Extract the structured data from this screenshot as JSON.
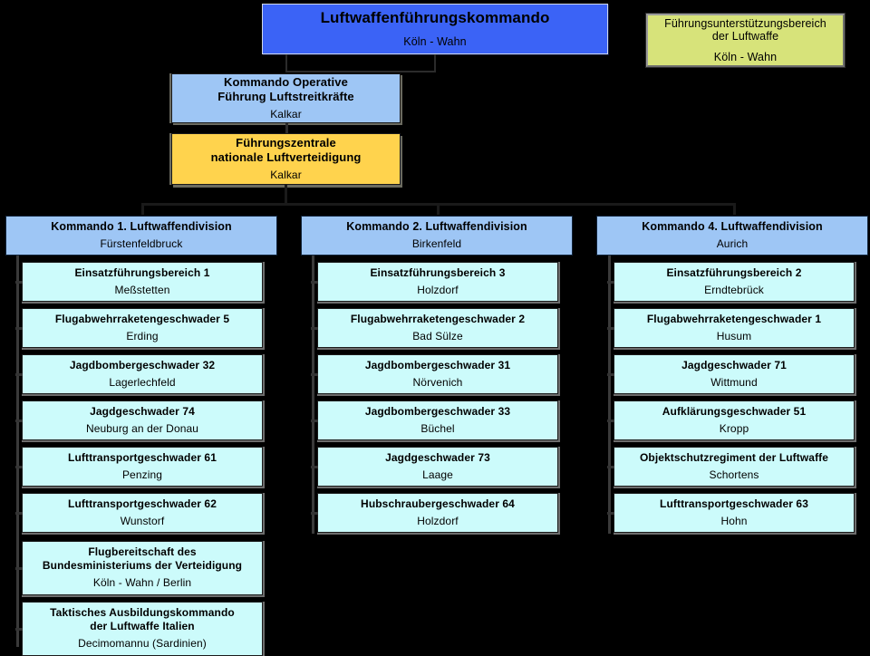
{
  "diagram": {
    "title": "Luftwaffenführungskommando organisational chart",
    "background_color": "#000000",
    "colors": {
      "top_command": "#3b63f6",
      "support_area": "#d7e37a",
      "operational_command": "#9ec6f5",
      "national_air_defence": "#ffd34d",
      "division_header": "#9ec6f5",
      "unit_box": "#ccfbfb"
    }
  },
  "top": {
    "headquarters": {
      "title": "Luftwaffenführungskommando",
      "location": "Köln - Wahn"
    },
    "support": {
      "title_line1": "Führungsunterstützungsbereich",
      "title_line2": "der Luftwaffe",
      "location": "Köln - Wahn"
    },
    "operational": {
      "title_line1": "Kommando Operative",
      "title_line2": "Führung Luftstreitkräfte",
      "location": "Kalkar"
    },
    "air_defence": {
      "title_line1": "Führungszentrale",
      "title_line2": "nationale Luftverteidigung",
      "location": "Kalkar"
    }
  },
  "divisions": [
    {
      "header": {
        "title": "Kommando 1. Luftwaffendivision",
        "location": "Fürstenfeldbruck"
      },
      "units": [
        {
          "title": "Einsatzführungsbereich 1",
          "location": "Meßstetten"
        },
        {
          "title": "Flugabwehrraketengeschwader 5",
          "location": "Erding"
        },
        {
          "title": "Jagdbombergeschwader 32",
          "location": "Lagerlechfeld"
        },
        {
          "title": "Jagdgeschwader 74",
          "location": "Neuburg an der Donau"
        },
        {
          "title": "Lufttransportgeschwader 61",
          "location": "Penzing"
        },
        {
          "title": "Lufttransportgeschwader 62",
          "location": "Wunstorf"
        },
        {
          "title": "Flugbereitschaft des",
          "title2": "Bundesministeriums der Verteidigung",
          "location": "Köln - Wahn / Berlin"
        },
        {
          "title": "Taktisches Ausbildungskommando",
          "title2": "der Luftwaffe Italien",
          "location": "Decimomannu (Sardinien)"
        }
      ]
    },
    {
      "header": {
        "title": "Kommando 2. Luftwaffendivision",
        "location": "Birkenfeld"
      },
      "units": [
        {
          "title": "Einsatzführungsbereich 3",
          "location": "Holzdorf"
        },
        {
          "title": "Flugabwehrraketengeschwader 2",
          "location": "Bad Sülze"
        },
        {
          "title": "Jagdbombergeschwader 31",
          "location": "Nörvenich"
        },
        {
          "title": "Jagdbombergeschwader 33",
          "location": "Büchel"
        },
        {
          "title": "Jagdgeschwader 73",
          "location": "Laage"
        },
        {
          "title": "Hubschraubergeschwader 64",
          "location": "Holzdorf"
        }
      ]
    },
    {
      "header": {
        "title": "Kommando 4. Luftwaffendivision",
        "location": "Aurich"
      },
      "units": [
        {
          "title": "Einsatzführungsbereich 2",
          "location": "Erndtebrück"
        },
        {
          "title": "Flugabwehrraketengeschwader 1",
          "location": "Husum"
        },
        {
          "title": "Jagdgeschwader 71",
          "location": "Wittmund"
        },
        {
          "title": "Aufklärungsgeschwader 51",
          "location": "Kropp"
        },
        {
          "title": "Objektschutzregiment der Luftwaffe",
          "location": "Schortens"
        },
        {
          "title": "Lufttransportgeschwader 63",
          "location": "Hohn"
        }
      ]
    }
  ]
}
